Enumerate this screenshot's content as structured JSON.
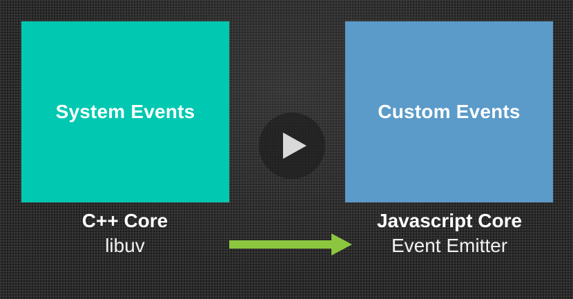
{
  "left_box": {
    "title": "System Events",
    "color": "#00c8b1"
  },
  "right_box": {
    "title": "Custom Events",
    "color": "#5b9bc9"
  },
  "left_caption": {
    "title": "C++ Core",
    "subtitle": "libuv"
  },
  "right_caption": {
    "title": "Javascript Core",
    "subtitle": "Event Emitter"
  },
  "play_button": {
    "icon": "play-icon"
  },
  "arrow": {
    "icon": "arrow-right-icon",
    "color": "#8cc63f"
  }
}
